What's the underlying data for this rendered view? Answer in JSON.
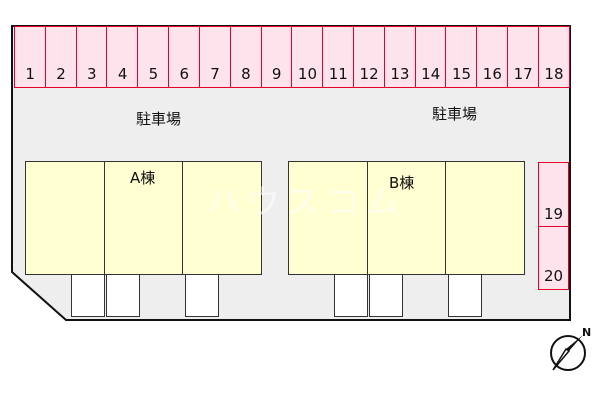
{
  "parking": {
    "top_row": [
      "1",
      "2",
      "3",
      "4",
      "5",
      "6",
      "7",
      "8",
      "9",
      "10",
      "11",
      "12",
      "13",
      "14",
      "15",
      "16",
      "17",
      "18"
    ],
    "side_spaces": [
      "19",
      "20"
    ],
    "area_label_left": "駐車場",
    "area_label_right": "駐車場"
  },
  "buildings": {
    "a": {
      "name": "A棟",
      "units": 3
    },
    "b": {
      "name": "B棟",
      "units": 3
    }
  },
  "watermark": "ハウスコム",
  "compass": {
    "label": "N",
    "icon": "north-arrow-icon"
  },
  "colors": {
    "parking_fill": "#fde4ec",
    "parking_border": "#e4002b",
    "building_fill": "#ffffd2",
    "lot_fill": "#eeeeee"
  }
}
